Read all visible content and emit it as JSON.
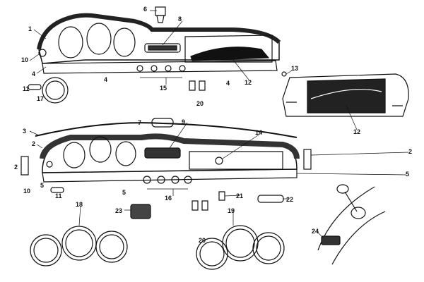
{
  "diagram": {
    "title": "Dashboard exploded parts diagram",
    "callouts": [
      "1",
      "10",
      "4",
      "11",
      "17",
      "6",
      "8",
      "15",
      "20",
      "4",
      "4",
      "12",
      "13",
      "12",
      "3",
      "7",
      "9",
      "14",
      "2",
      "2",
      "10",
      "5",
      "11",
      "5",
      "16",
      "21",
      "22",
      "20",
      "23",
      "18",
      "19",
      "2",
      "5",
      "24"
    ]
  }
}
